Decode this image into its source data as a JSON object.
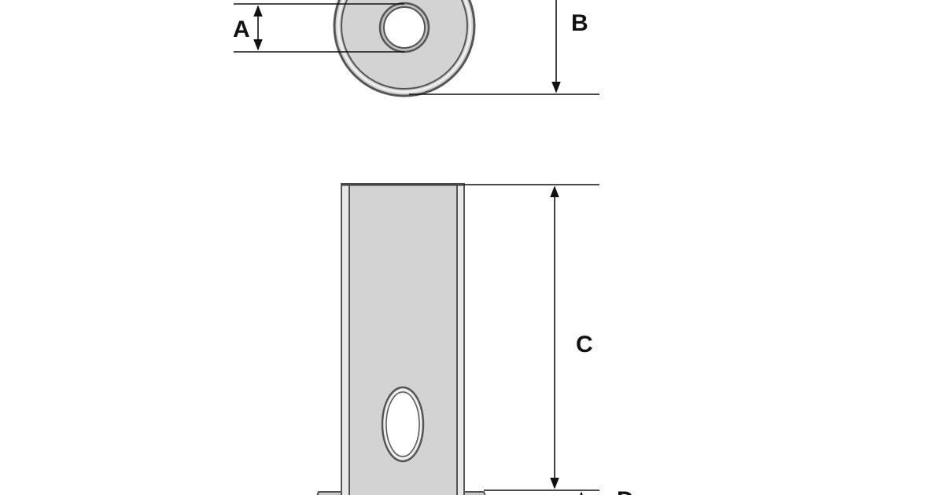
{
  "dimensions": {
    "a": "A",
    "b": "B",
    "c": "C",
    "d": "D"
  },
  "colors": {
    "part_fill": "#d3d3d3",
    "part_edge": "#555555",
    "part_edge_light": "#e8e8e8",
    "dim_line": "#111111",
    "background": "#ffffff"
  }
}
